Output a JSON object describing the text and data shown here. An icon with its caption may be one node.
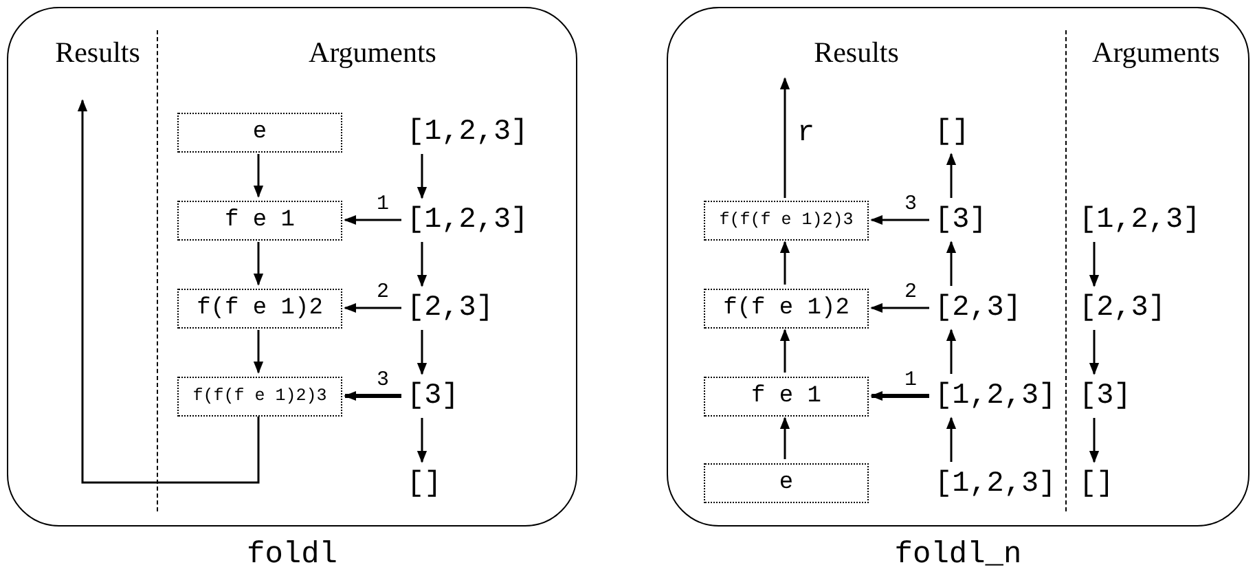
{
  "diagram": {
    "nodes": [
      {
        "text": [
          "Results",
          "Arguments"
        ],
        "beside": [
          "foldl"
        ]
      },
      {
        "text": [
          "e"
        ],
        "in": 0
      },
      {
        "text": [
          "f e 1"
        ],
        "in": 0
      },
      {
        "text": [
          "f(f e 1)2"
        ],
        "in": 0
      },
      {
        "text": [
          "f(f(f e 1)2)3"
        ],
        "in": 0
      },
      {
        "text": [
          "[1,2,3]"
        ],
        "in": 0
      },
      {
        "text": [
          "[1,2,3]"
        ],
        "in": 0
      },
      {
        "text": [
          "[2,3]"
        ],
        "in": 0
      },
      {
        "text": [
          "[3]"
        ],
        "in": 0
      },
      {
        "text": [
          "[]"
        ],
        "in": 0
      },
      {
        "text": [
          "Results",
          "Arguments"
        ],
        "beside": [
          "foldl_n"
        ]
      },
      {
        "text": [
          "f(f(f e 1)2)3"
        ],
        "in": 10
      },
      {
        "text": [
          "f(f e 1)2"
        ],
        "in": 10
      },
      {
        "text": [
          "f e 1"
        ],
        "in": 10
      },
      {
        "text": [
          "e"
        ],
        "in": 10
      },
      {
        "text": [
          "[]"
        ],
        "in": 10
      },
      {
        "text": [
          "[3]"
        ],
        "in": 10
      },
      {
        "text": [
          "[2,3]"
        ],
        "in": 10
      },
      {
        "text": [
          "[1,2,3]"
        ],
        "in": 10
      },
      {
        "text": [
          "[1,2,3]"
        ],
        "in": 10
      },
      {
        "text": [
          "[1,2,3]"
        ],
        "in": 10
      },
      {
        "text": [
          "[2,3]"
        ],
        "in": 10
      },
      {
        "text": [
          "[3]"
        ],
        "in": 10
      },
      {
        "text": [
          "[]"
        ],
        "in": 10
      }
    ],
    "edges": [
      {
        "from": 1,
        "to": 2,
        "arrow": "to"
      },
      {
        "from": 2,
        "to": 3,
        "arrow": "to"
      },
      {
        "from": 3,
        "to": 4,
        "arrow": "to"
      },
      {
        "from": 4,
        "to": null,
        "arrow": "to"
      },
      {
        "from": 5,
        "to": 6,
        "arrow": "to"
      },
      {
        "from": 6,
        "to": 7,
        "arrow": "to"
      },
      {
        "from": 7,
        "to": 8,
        "arrow": "to"
      },
      {
        "from": 8,
        "to": 9,
        "arrow": "to"
      },
      {
        "from": 6,
        "to": 2,
        "arrow": "to",
        "label": "1"
      },
      {
        "from": 7,
        "to": 3,
        "arrow": "to",
        "label": "2"
      },
      {
        "from": 8,
        "to": 4,
        "arrow": "to",
        "label": "3",
        "style": "thick"
      },
      {
        "from": 14,
        "to": 13,
        "arrow": "to"
      },
      {
        "from": 13,
        "to": 12,
        "arrow": "to"
      },
      {
        "from": 12,
        "to": 11,
        "arrow": "to"
      },
      {
        "from": 11,
        "to": null,
        "arrow": "to",
        "label": "r"
      },
      {
        "from": 19,
        "to": 18,
        "arrow": "to"
      },
      {
        "from": 18,
        "to": 17,
        "arrow": "to"
      },
      {
        "from": 17,
        "to": 16,
        "arrow": "to"
      },
      {
        "from": 16,
        "to": 15,
        "arrow": "to"
      },
      {
        "from": 18,
        "to": 13,
        "arrow": "to",
        "label": "1",
        "style": "thick"
      },
      {
        "from": 17,
        "to": 12,
        "arrow": "to",
        "label": "2"
      },
      {
        "from": 16,
        "to": 11,
        "arrow": "to",
        "label": "3"
      },
      {
        "from": 20,
        "to": 21,
        "arrow": "to"
      },
      {
        "from": 21,
        "to": 22,
        "arrow": "to"
      },
      {
        "from": 22,
        "to": 23,
        "arrow": "to"
      }
    ]
  }
}
